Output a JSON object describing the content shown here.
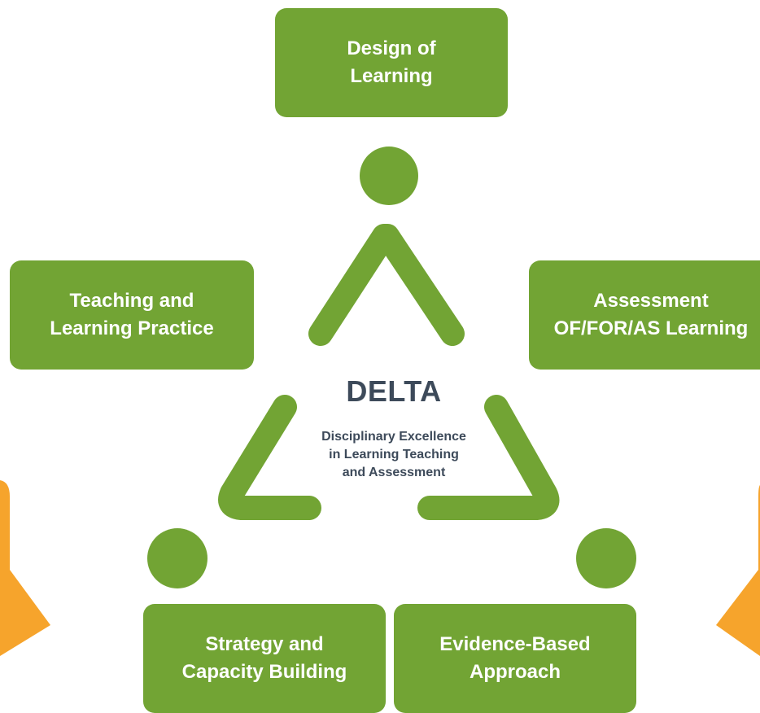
{
  "diagram": {
    "center": {
      "title": "DELTA",
      "subtitle": "Disciplinary Excellence\nin Learning Teaching\nand Assessment"
    },
    "boxes": {
      "design": "Design of\nLearning",
      "teaching": "Teaching and\nLearning Practice",
      "assessment": "Assessment\nOF/FOR/AS Learning",
      "strategy": "Strategy and\nCapacity Building",
      "evidence": "Evidence-Based\nApproach"
    }
  },
  "colors": {
    "primary_green": "#72a434",
    "accent_orange": "#f6a42c",
    "text_dark": "#3d4a5a",
    "text_light": "#ffffff"
  },
  "icons": [
    "head-circle",
    "limb-chevron",
    "side-arrow"
  ]
}
